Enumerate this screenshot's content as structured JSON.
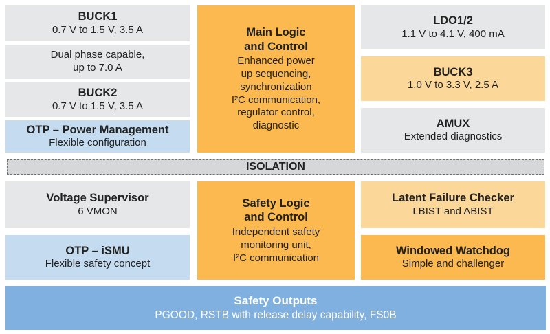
{
  "left_top": {
    "buck1": {
      "title": "BUCK1",
      "sub": "0.7 V to 1.5 V, 3.5 A"
    },
    "dual_phase": {
      "line1": "Dual phase capable,",
      "line2": "up to 7.0 A"
    },
    "buck2": {
      "title": "BUCK2",
      "sub": "0.7 V to 1.5 V, 3.5 A"
    },
    "otp_pm": {
      "title": "OTP – Power Management",
      "sub": "Flexible configuration"
    }
  },
  "center_top": {
    "title_line1": "Main Logic",
    "title_line2": "and Control",
    "lines": [
      "Enhanced power",
      "up sequencing,",
      "synchronization",
      "I²C communication,",
      "regulator control,",
      "diagnostic"
    ]
  },
  "right_top": {
    "ldo": {
      "title": "LDO1/2",
      "sub": "1.1 V to 4.1 V, 400 mA"
    },
    "buck3": {
      "title": "BUCK3",
      "sub": "1.0 V to 3.3 V, 2.5 A"
    },
    "amux": {
      "title": "AMUX",
      "sub": "Extended diagnostics"
    }
  },
  "isolation": {
    "label": "ISOLATION"
  },
  "left_bottom": {
    "supervisor": {
      "title": "Voltage Supervisor",
      "sub": "6 VMON"
    },
    "otp_ismu": {
      "title": "OTP – iSMU",
      "sub": "Flexible safety concept"
    }
  },
  "center_bottom": {
    "title_line1": "Safety Logic",
    "title_line2": "and Control",
    "lines": [
      "Independent safety",
      "monitoring unit,",
      "I²C communication"
    ]
  },
  "right_bottom": {
    "latent": {
      "title": "Latent Failure Checker",
      "sub": "LBIST and ABIST"
    },
    "watchdog": {
      "title": "Windowed Watchdog",
      "sub": "Simple and challenger"
    }
  },
  "safety_outputs": {
    "title": "Safety Outputs",
    "sub": "PGOOD, RSTB with release delay capability, FS0B"
  },
  "colors": {
    "gray": "#e6e7e8",
    "light_blue": "#c5dcf0",
    "orange": "#fbb950",
    "light_orange": "#fcd79a",
    "blue": "#7fb0df"
  }
}
